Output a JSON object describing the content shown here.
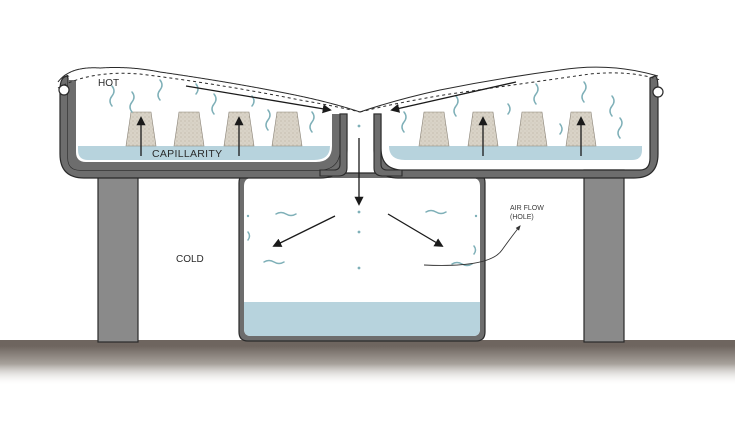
{
  "labels": {
    "hot": "HOT",
    "capillarity": "CAPILLARITY",
    "cold": "COLD",
    "air_flow_line1": "AIR FLOW",
    "air_flow_line2": "(HOLE)"
  },
  "colors": {
    "background": "#ffffff",
    "water": "#b7d3dd",
    "tray_wall": "#6d6d6d",
    "tray_outline": "#2a2a2a",
    "legs": "#8a8a8a",
    "wicks": "#d5cfc3",
    "vapor": "#7fb0b8",
    "ground_top": "#6e655f",
    "arrows": "#1a1a1a"
  },
  "icons": {
    "wick": "trapezoid-wick-icon",
    "vapor": "wavy-vapor-icon",
    "pivot": "hinge-circle-icon"
  }
}
